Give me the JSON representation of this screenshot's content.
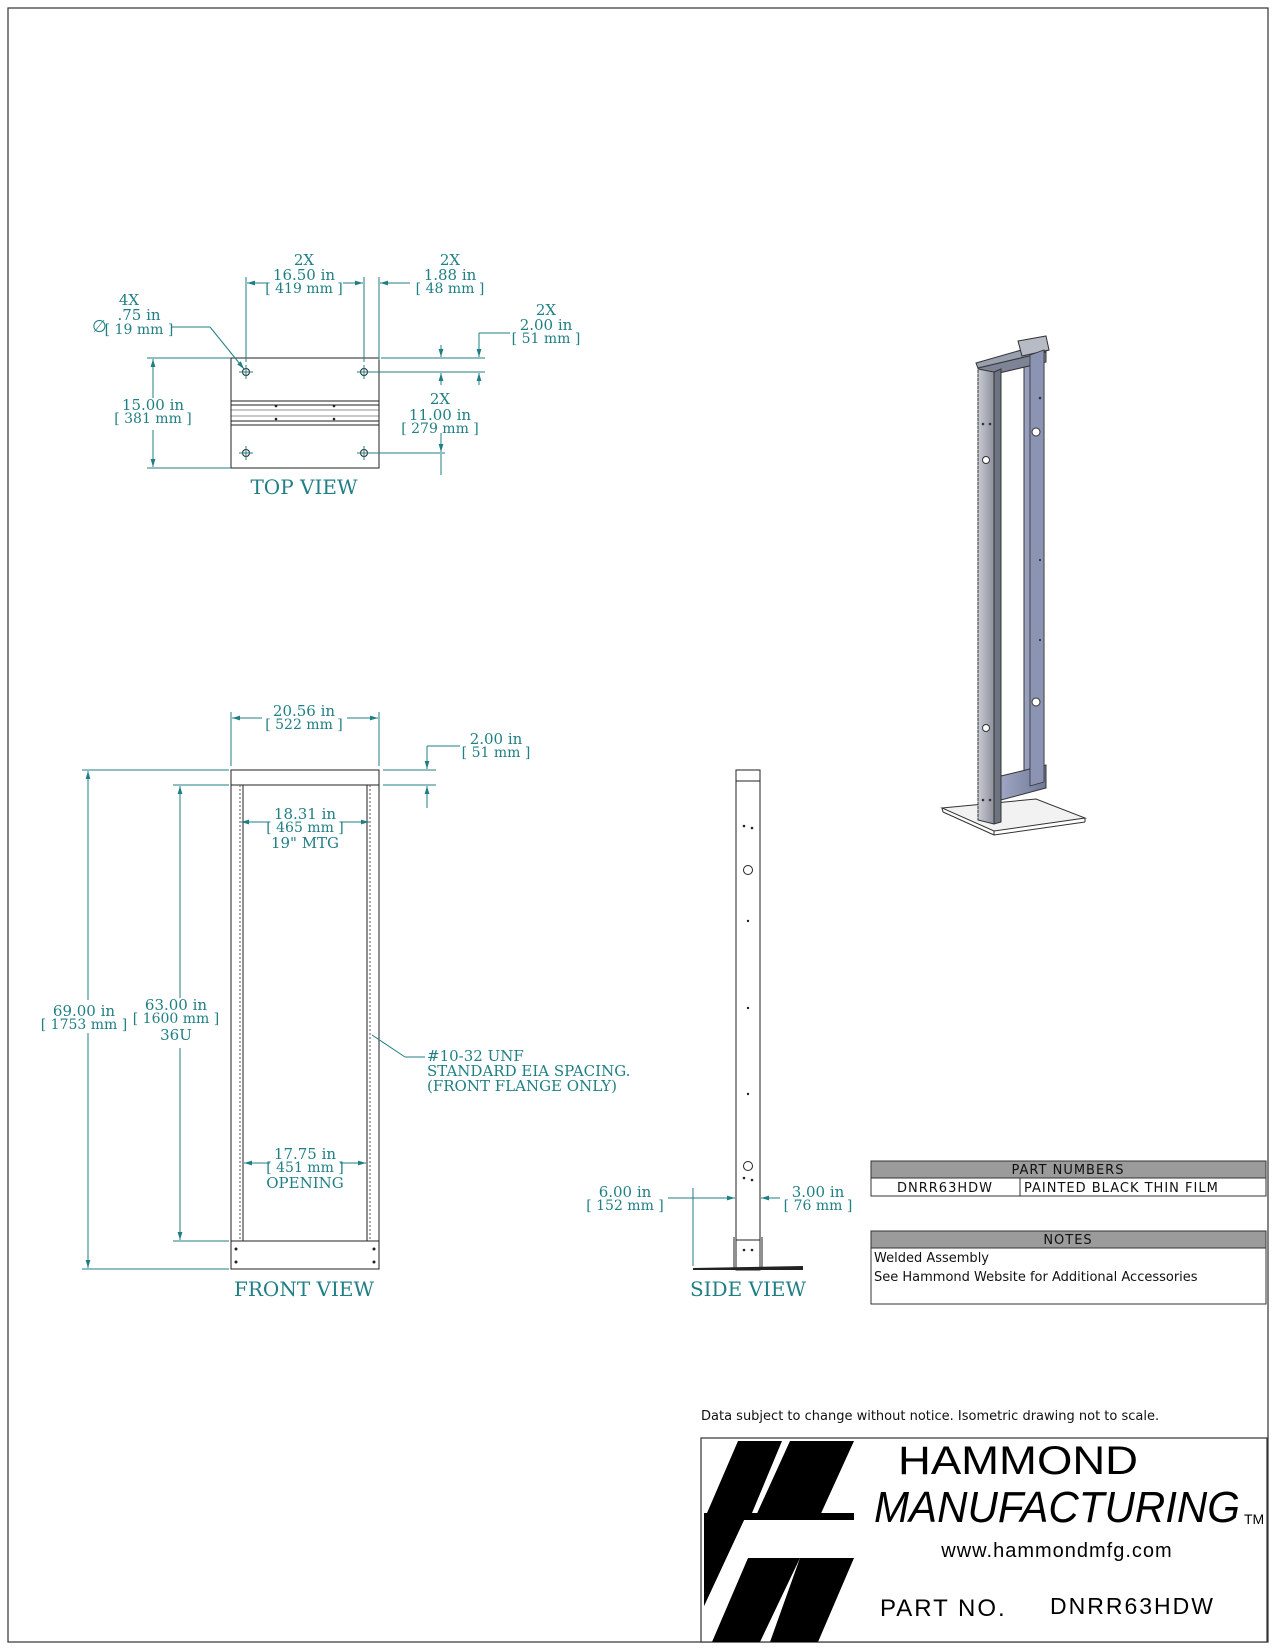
{
  "top_view": {
    "holes_count": "4X",
    "hole_dia_in": ".75 in",
    "hole_dia_mm": "[ 19 mm ]",
    "w_count": "2X",
    "w_in": "16.50 in",
    "w_mm": "[ 419 mm ]",
    "edge_count": "2X",
    "edge_in": "1.88 in",
    "edge_mm": "[ 48 mm ]",
    "edge2_count": "2X",
    "edge2_in": "2.00 in",
    "edge2_mm": "[ 51 mm ]",
    "depth_in": "15.00 in",
    "depth_mm": "[ 381 mm ]",
    "hole_sp_count": "2X",
    "hole_sp_in": "11.00 in",
    "hole_sp_mm": "[ 279 mm ]",
    "label": "TOP VIEW"
  },
  "front_view": {
    "width_in": "20.56 in",
    "width_mm": "[ 522 mm ]",
    "top_in": "2.00 in",
    "top_mm": "[ 51 mm ]",
    "mtg_in": "18.31 in",
    "mtg_mm": "[ 465 mm ]",
    "mtg_label": "19\" MTG",
    "height_in": "69.00 in",
    "height_mm": "[ 1753 mm ]",
    "rail_in": "63.00 in",
    "rail_mm": "[ 1600 mm ]",
    "rail_u": "36U",
    "thread_1": "#10-32 UNF",
    "thread_2": "STANDARD EIA SPACING.",
    "thread_3": "(FRONT FLANGE ONLY)",
    "open_in": "17.75 in",
    "open_mm": "[ 451 mm ]",
    "open_label": "OPENING",
    "label": "FRONT VIEW"
  },
  "side_view": {
    "base_in": "6.00 in",
    "base_mm": "[ 152 mm ]",
    "post_in": "3.00 in",
    "post_mm": "[ 76 mm ]",
    "label": "SIDE VIEW"
  },
  "part_numbers": {
    "header": "PART NUMBERS",
    "part": "DNRR63HDW",
    "description": "PAINTED BLACK THIN FILM"
  },
  "notes": {
    "header": "NOTES",
    "line_1": "Welded Assembly",
    "line_2": "See Hammond Website for Additional Accessories"
  },
  "disclaimer": "Data subject to change without notice. Isometric drawing not to scale.",
  "title_block": {
    "company_1": "HAMMOND",
    "company_2": "MANUFACTURING",
    "tm": "TM",
    "website": "www.hammondmfg.com",
    "part_label": "PART NO.",
    "part_no": "DNRR63HDW"
  },
  "colors": {
    "dimension": "#1f7f84",
    "table_header": "#9b9b9b"
  }
}
